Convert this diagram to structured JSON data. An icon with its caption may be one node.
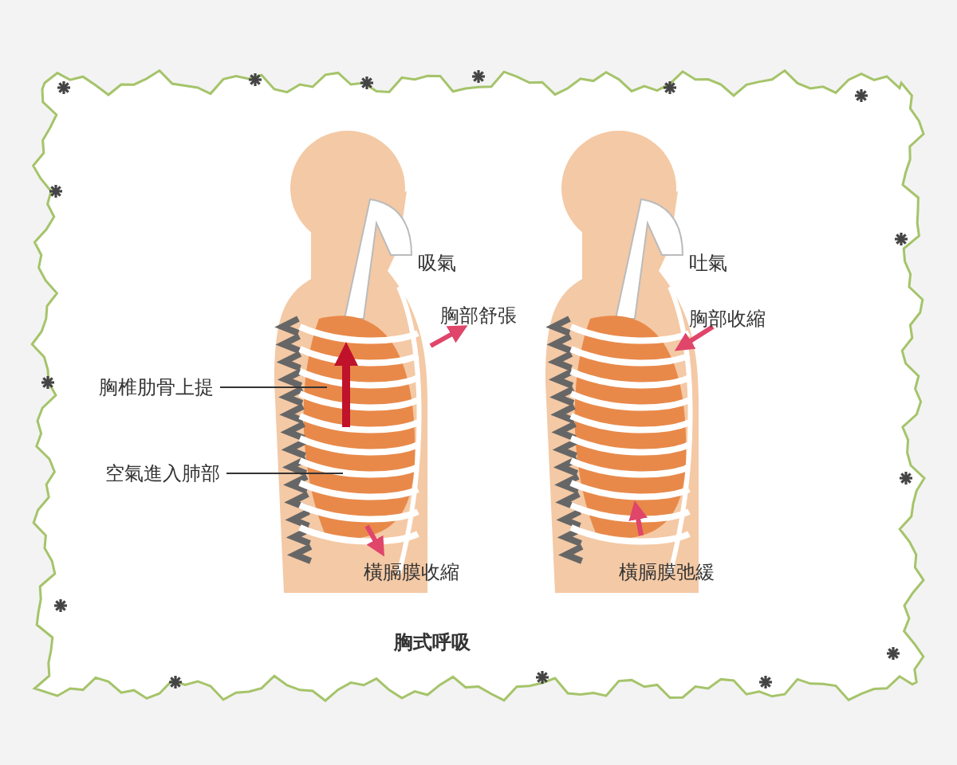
{
  "diagram": {
    "caption": "胸式呼吸",
    "nodes": [
      {
        "text": [
          "胸椎肋骨上提"
        ]
      },
      {
        "text": [
          "空氣進入肺部"
        ]
      }
    ],
    "edges": [
      {
        "from": 0,
        "to": null,
        "arrow": "none"
      },
      {
        "from": 1,
        "to": null,
        "arrow": "none"
      }
    ],
    "labels": [
      "吸氣",
      "胸部舒張",
      "橫膈膜收縮",
      "吐氣",
      "胸部收縮",
      "橫膈膜弛緩"
    ]
  }
}
